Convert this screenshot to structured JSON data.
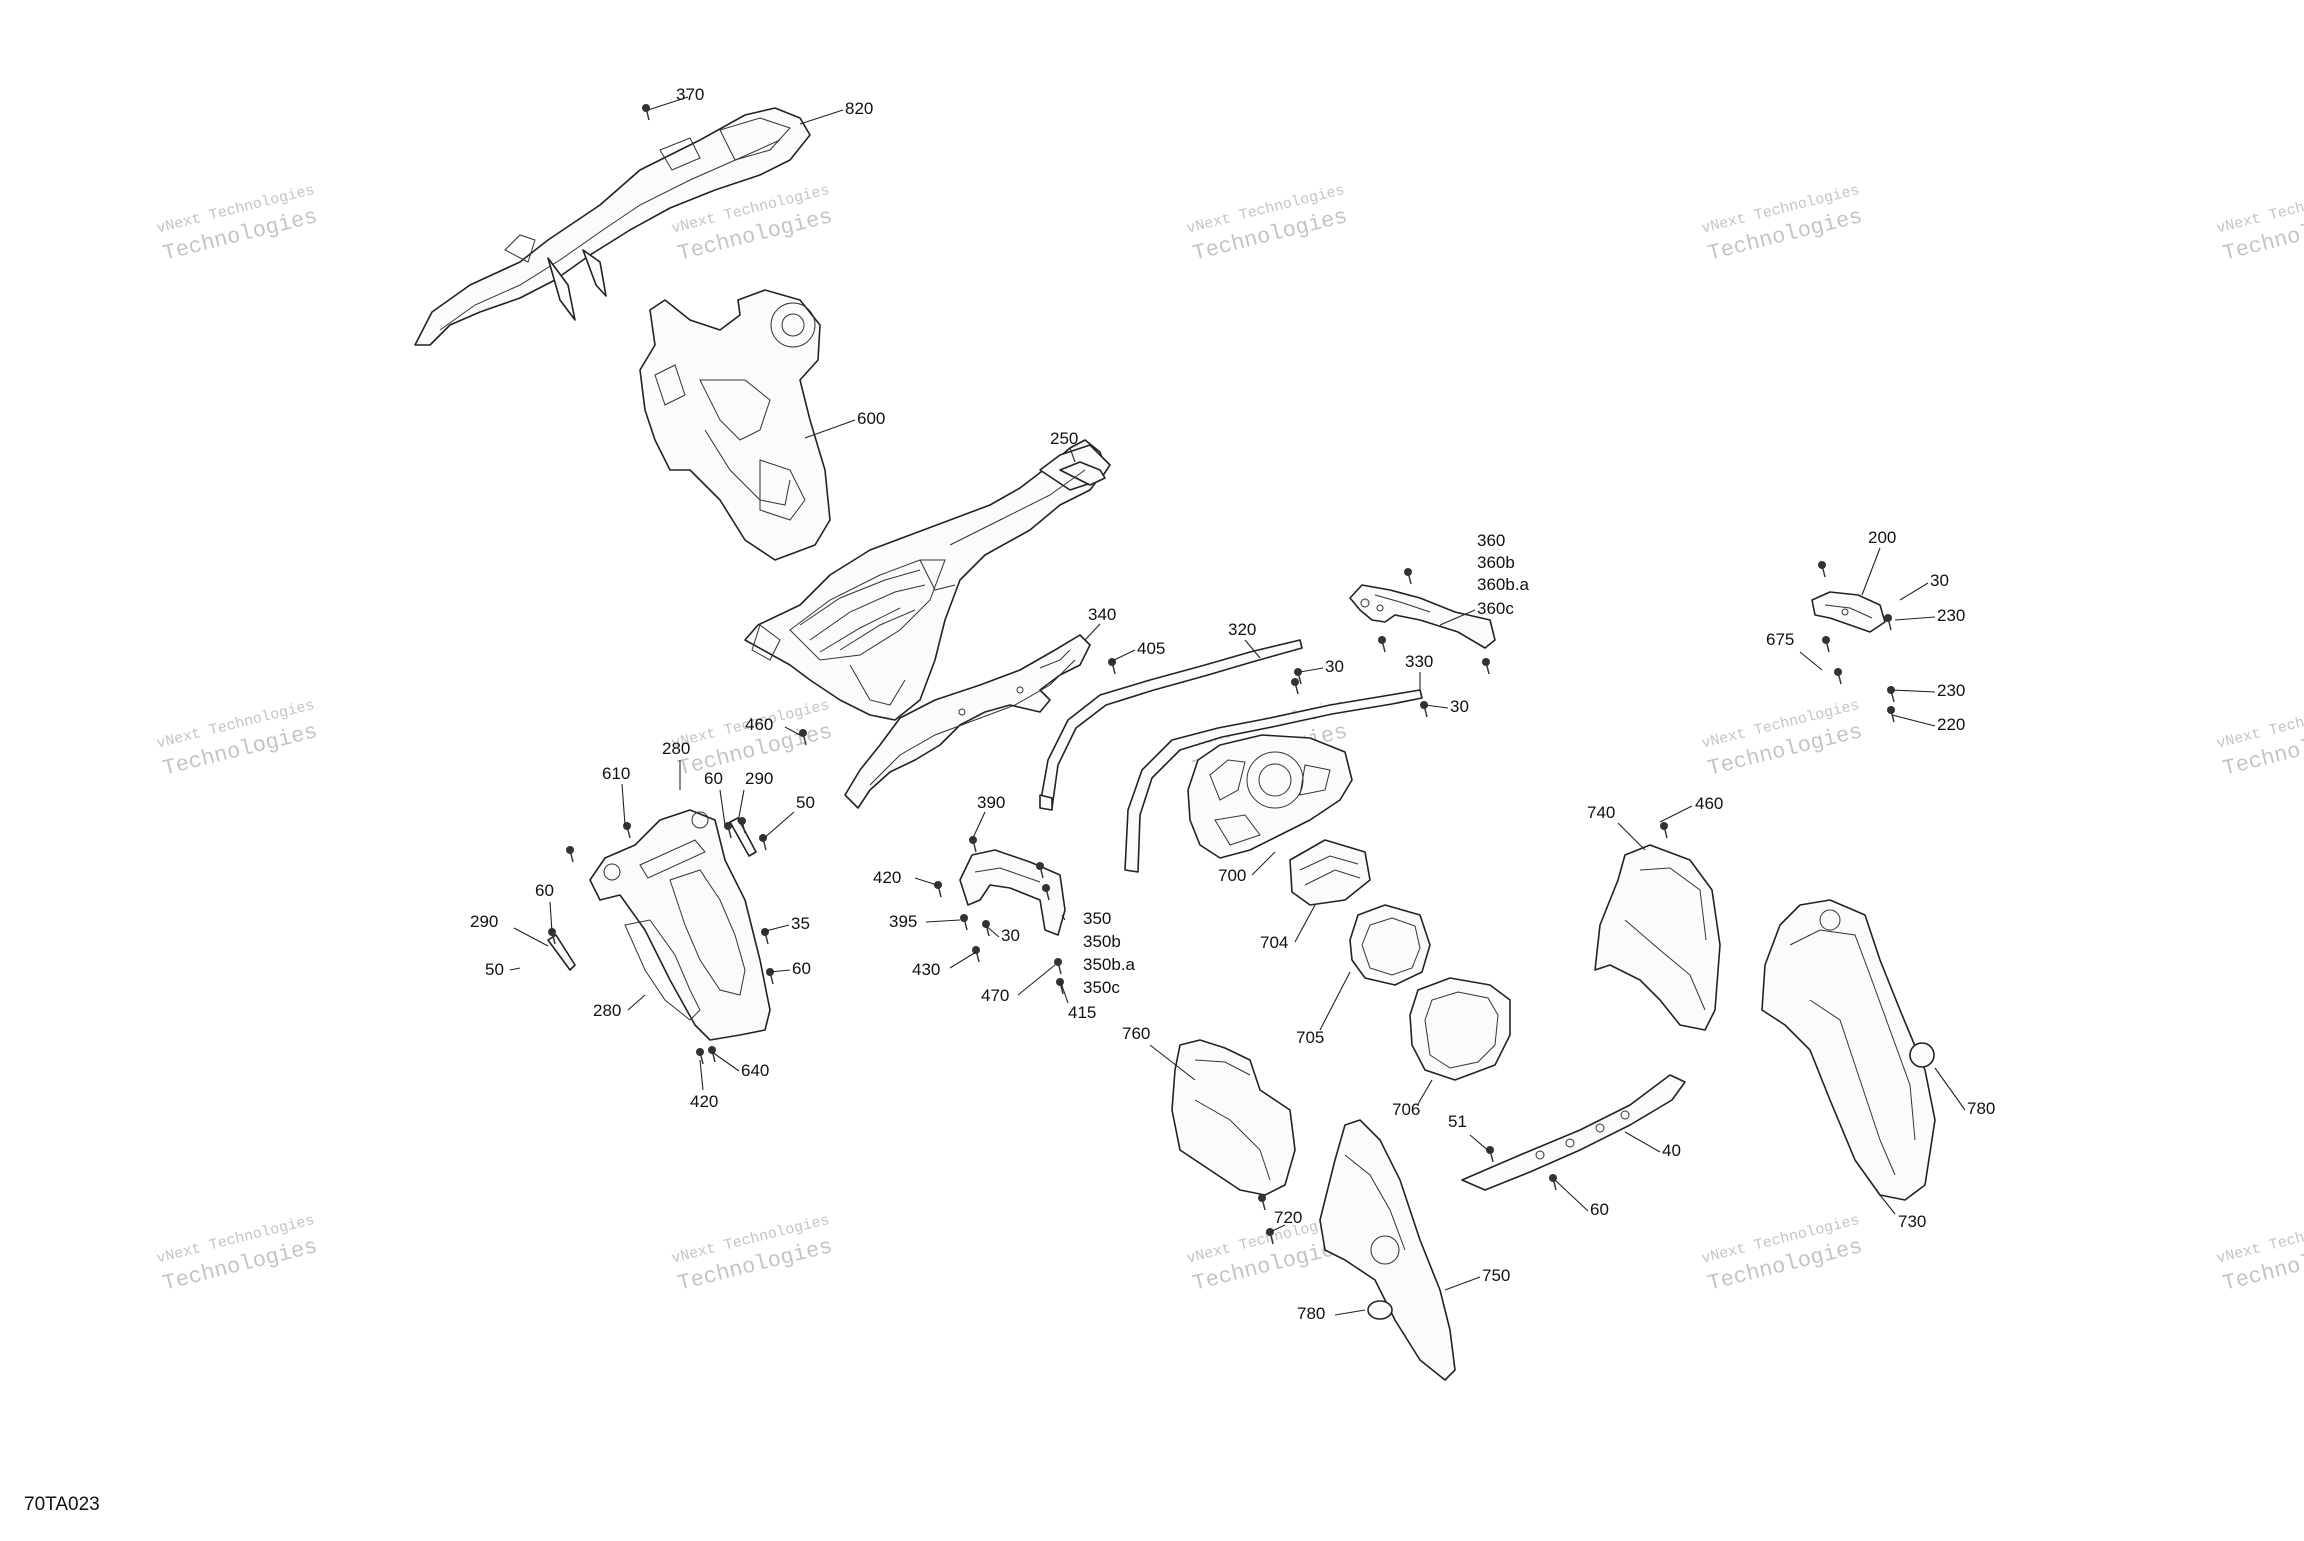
{
  "diagram": {
    "code": "70TA023",
    "watermark": {
      "line1": "vNext Technologies",
      "line2": "Technologies"
    },
    "callouts": [
      "370",
      "820",
      "600",
      "250",
      "360",
      "360b",
      "360b.a",
      "360c",
      "200",
      "30",
      "230",
      "675",
      "230",
      "220",
      "340",
      "405",
      "320",
      "30",
      "330",
      "30",
      "460",
      "280",
      "610",
      "60",
      "290",
      "50",
      "390",
      "420",
      "395",
      "30",
      "350",
      "350b",
      "350b.a",
      "350c",
      "430",
      "470",
      "415",
      "60",
      "290",
      "50",
      "35",
      "60",
      "280",
      "640",
      "420",
      "700",
      "704",
      "705",
      "706",
      "460",
      "740",
      "760",
      "720",
      "780",
      "750",
      "51",
      "40",
      "60",
      "780",
      "730"
    ]
  }
}
